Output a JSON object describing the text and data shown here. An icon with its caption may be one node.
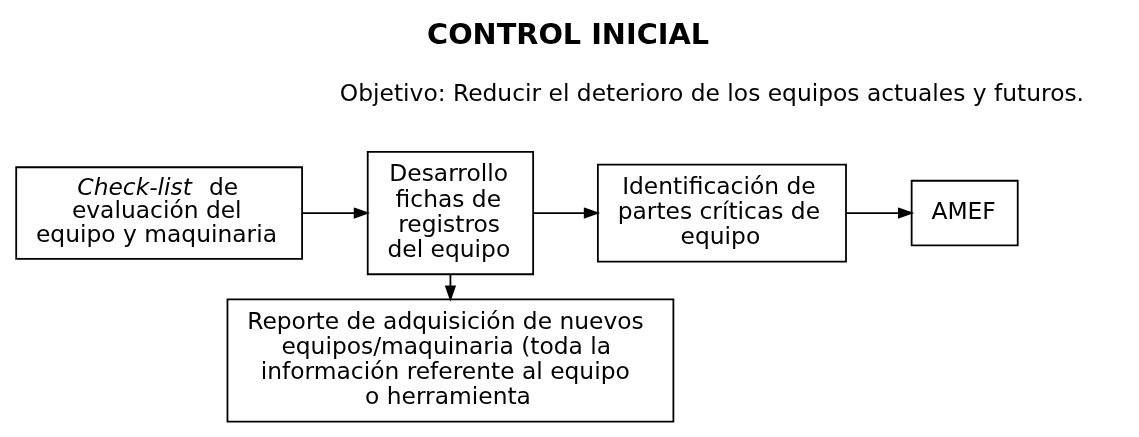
{
  "diagram": {
    "title": "CONTROL INICIAL",
    "nodes": [
      {
        "text": [
          "*Check-list* de evaluación del equipo y maquinaria"
        ]
      },
      {
        "text": [
          "Desarrollo fichas de registros del equipo"
        ]
      },
      {
        "text": [
          "Identificación de partes críticas de equipo"
        ]
      },
      {
        "text": [
          "AMEF"
        ]
      },
      {
        "text": [
          "Reporte de adquisición de nuevos equipos/maquinaria (toda la información referente al equipo o herramienta"
        ]
      }
    ],
    "edges": [
      {
        "from": 0,
        "to": 1,
        "arrow": "to"
      },
      {
        "from": 1,
        "to": 2,
        "arrow": "to"
      },
      {
        "from": 2,
        "to": 3,
        "arrow": "to"
      },
      {
        "from": 1,
        "to": 4,
        "arrow": "to"
      }
    ],
    "labels": [
      "Objetivo: Reducir el deterioro de los equipos actuales y futuros."
    ]
  }
}
